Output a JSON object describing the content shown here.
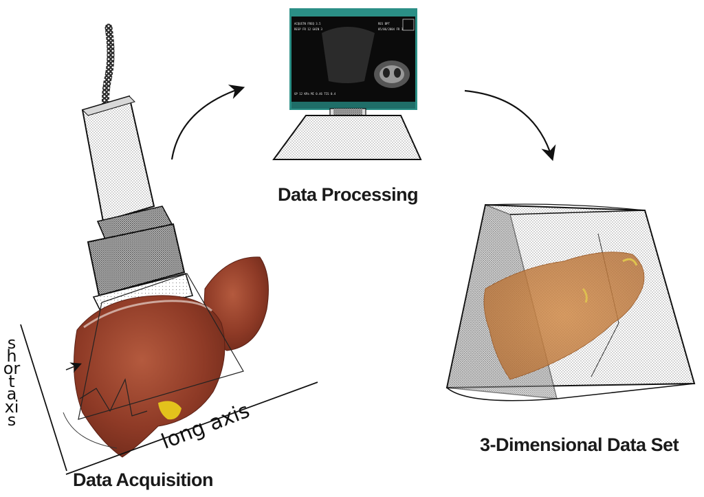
{
  "labels": {
    "processing": "Data Processing",
    "dataset": "3-Dimensional Data Set",
    "acquisition": "Data Acquisition",
    "long_axis": "long axis",
    "short_axis": "short axis"
  },
  "colors": {
    "liver": "#8e3a26",
    "liver_highlight": "#b5573d",
    "translucent_liver": "#c17a3a",
    "gallbladder": "#e3c21c",
    "monitor_screen": "#0b0b0b",
    "monitor_bezel": "#2b8f86",
    "stipple": "#1c1c1c"
  },
  "icons": {
    "arrows": "curved-arrow-icon",
    "probe": "ultrasound-probe-icon",
    "monitor": "ultrasound-monitor-icon",
    "volume": "truncated-pyramid-volume-icon"
  }
}
